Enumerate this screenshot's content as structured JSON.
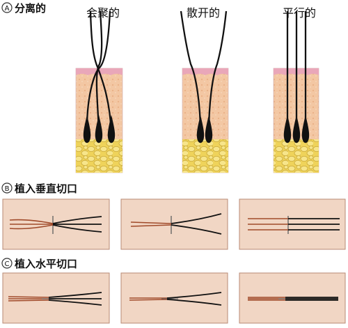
{
  "sections": {
    "a": {
      "marker": "A",
      "label": "分离的"
    },
    "b": {
      "marker": "B",
      "label": "植入垂直切口"
    },
    "c": {
      "marker": "C",
      "label": "植入水平切口"
    }
  },
  "columns": {
    "converging": "会聚的",
    "diverging": "散开的",
    "parallel": "平行的"
  },
  "colors": {
    "skin": "#f2c8a4",
    "epidermis": "#e8a8b8",
    "fat": "#f2dc66",
    "hair": "#111111",
    "incision_panel": "#f1d6c4",
    "incision_border": "#b88a74",
    "hair_root": "#a04a2a"
  }
}
